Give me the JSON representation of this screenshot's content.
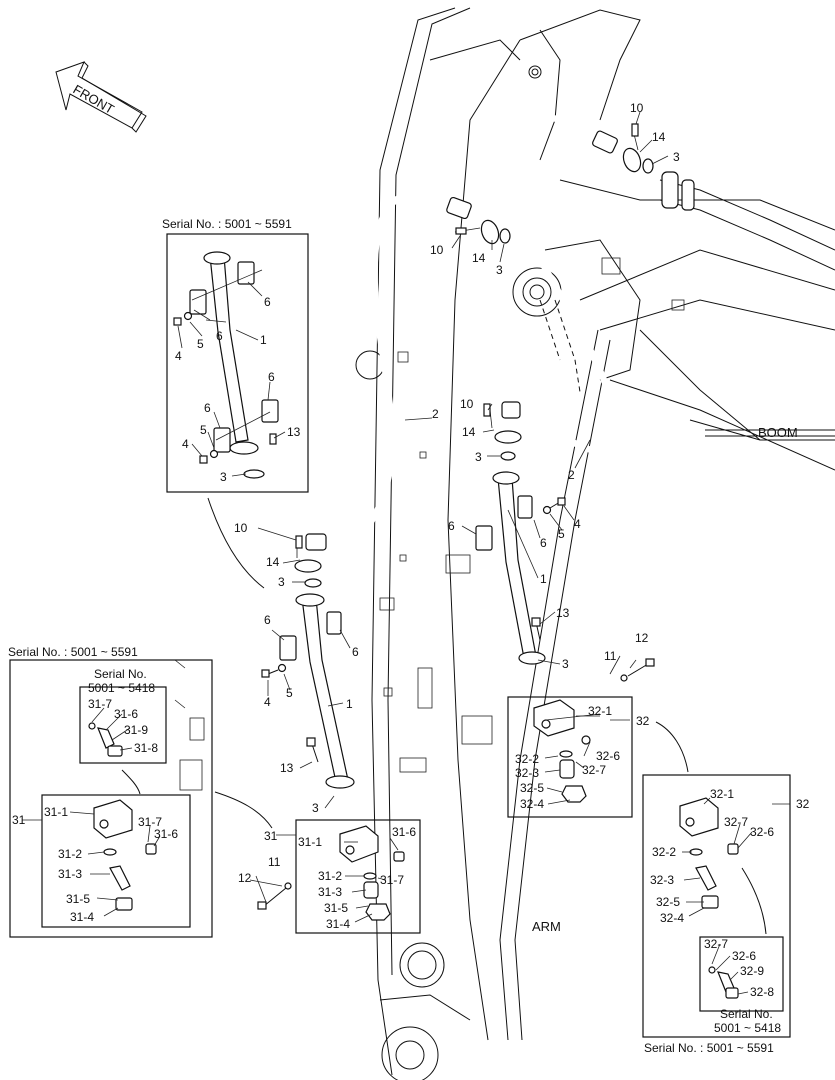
{
  "arrow": {
    "front_label": "FRONT"
  },
  "areas": {
    "boom": "BOOM",
    "arm": "ARM"
  },
  "captions": {
    "serial_5001_5591": "Serial No. : 5001 ~ 5591",
    "serial_no": "Serial No.",
    "serial_range_5418": "5001 ~ 5418"
  },
  "callouts": {
    "c1": "1",
    "c2": "2",
    "c3": "3",
    "c4": "4",
    "c5": "5",
    "c6": "6",
    "c10": "10",
    "c11": "11",
    "c12": "12",
    "c13": "13",
    "c14": "14",
    "c31": "31",
    "c32": "32",
    "c31_1": "31-1",
    "c31_2": "31-2",
    "c31_3": "31-3",
    "c31_4": "31-4",
    "c31_5": "31-5",
    "c31_6": "31-6",
    "c31_7": "31-7",
    "c31_8": "31-8",
    "c31_9": "31-9",
    "c32_1": "32-1",
    "c32_2": "32-2",
    "c32_3": "32-3",
    "c32_4": "32-4",
    "c32_5": "32-5",
    "c32_6": "32-6",
    "c32_7": "32-7",
    "c32_8": "32-8",
    "c32_9": "32-9"
  }
}
